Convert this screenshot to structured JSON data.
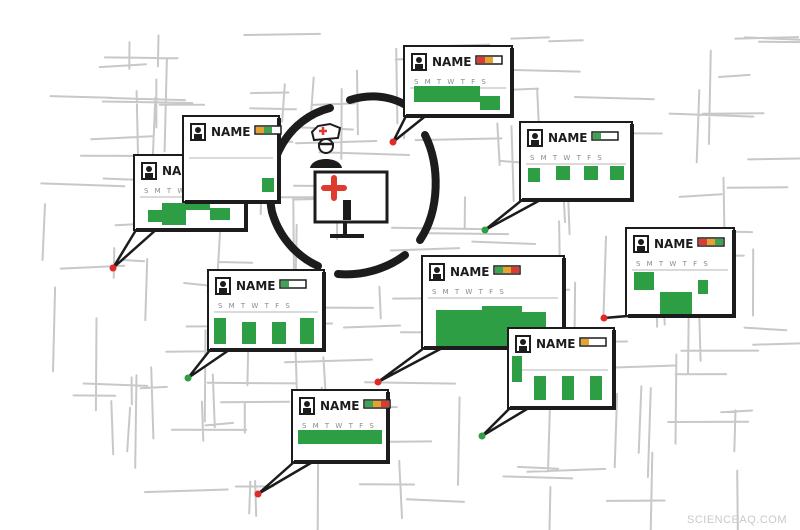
{
  "colors": {
    "ink": "#1c1c1c",
    "grid_scribble": "#c8c8c8",
    "schedule_green": "#2e9e44",
    "status_red": "#e03a2f",
    "status_amber": "#e8a22b",
    "status_green": "#3aa651",
    "pointer_red": "#e02a2a",
    "pointer_green": "#2f9e44"
  },
  "icons": {
    "doctor": "doctor-icon",
    "monitor": "monitor-icon",
    "medical_cross": "red-cross-icon",
    "avatar": "person-avatar-icon",
    "status": "status-bar-icon"
  },
  "cards": [
    {
      "name": "NAME",
      "days": "S M T W T F S",
      "pointer": "red",
      "status": "red-amber-green"
    },
    {
      "name": "NAME",
      "days": "",
      "pointer": "none",
      "status": "amber-green"
    },
    {
      "name": "NAME",
      "days": "S M T W T F S",
      "pointer": "red",
      "status": "red-amber"
    },
    {
      "name": "NAME",
      "days": "S M T W T F S",
      "pointer": "green",
      "status": "green"
    },
    {
      "name": "NAME",
      "days": "S M T W T F S",
      "pointer": "green",
      "status": "green"
    },
    {
      "name": "NAME",
      "days": "S M T W T F S",
      "pointer": "red",
      "status": "green-amber-red"
    },
    {
      "name": "NAME",
      "days": "S M T W T F S",
      "pointer": "none",
      "status": "red-amber-green"
    },
    {
      "name": "NAME",
      "days": "",
      "pointer": "green",
      "status": "amber"
    },
    {
      "name": "NAME",
      "days": "S M T W T F S",
      "pointer": "red",
      "status": "green-amber-red"
    }
  ],
  "watermark": "SCIENCEAQ.COM"
}
